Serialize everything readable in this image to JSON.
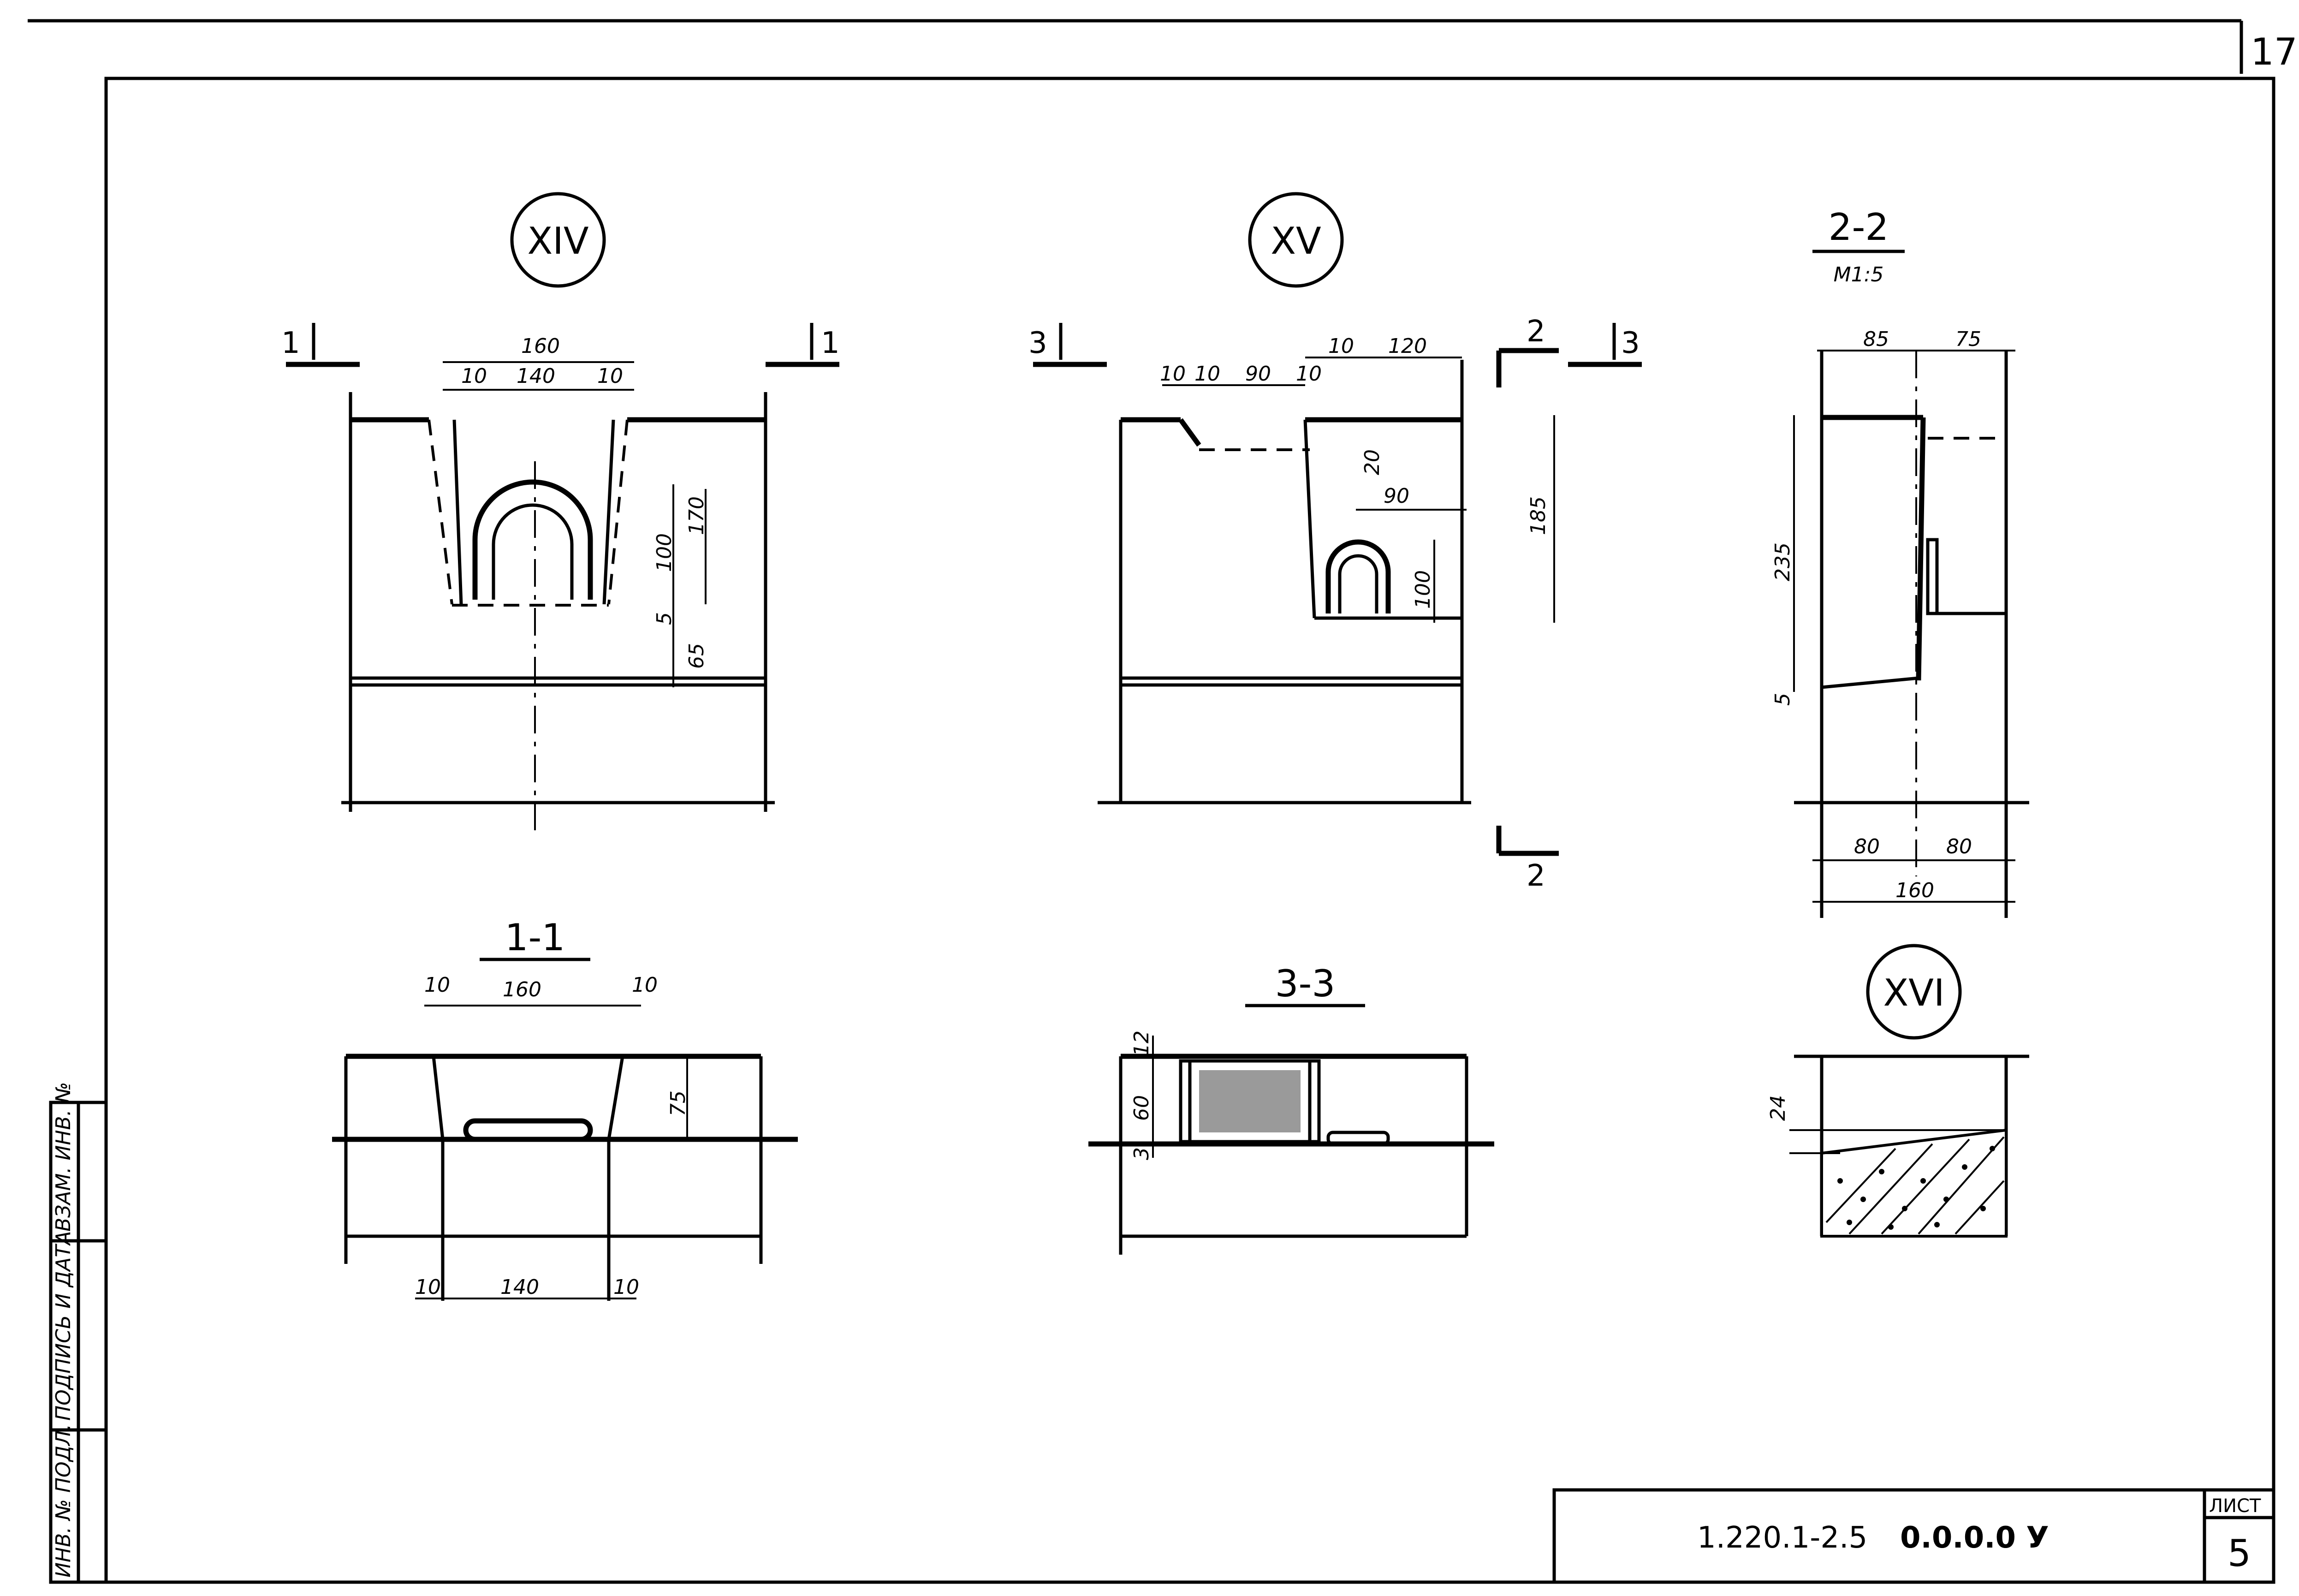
{
  "page_number_top": "17",
  "details": {
    "xiv": "XIV",
    "xv": "XV",
    "xvi": "XVI"
  },
  "sections": {
    "s22": {
      "title": "2-2",
      "scale": "М1:5"
    },
    "s11": "1-1",
    "s33": "3-3",
    "cut1": "1",
    "cut2": "2",
    "cut3": "3"
  },
  "dims": {
    "xiv": {
      "w160": "160",
      "w10a": "10",
      "w140": "140",
      "w10b": "10",
      "h170": "170",
      "h100": "100",
      "h5": "5",
      "h65": "65"
    },
    "xv": {
      "w10": "10",
      "w120": "120",
      "a10": "10",
      "b10": "10",
      "w90a": "90",
      "c10": "10",
      "h20": "20",
      "w90b": "90",
      "h185": "185",
      "h100": "100"
    },
    "s22": {
      "w85": "85",
      "w75": "75",
      "h235": "235",
      "h5": "5",
      "w80a": "80",
      "w80b": "80",
      "w160": "160"
    },
    "s11": {
      "t10a": "10",
      "t160": "160",
      "t10b": "10",
      "h75": "75",
      "b10a": "10",
      "b140": "140",
      "b10b": "10"
    },
    "s33": {
      "h12": "12",
      "h60": "60",
      "h3": "3"
    },
    "xvi": {
      "h24": "24"
    }
  },
  "side_stamp": {
    "col1": "ИНВ. № ПОДЛ.",
    "col2": "ПОДПИСЬ И ДАТА",
    "col3": "ВЗАМ. ИНВ. №"
  },
  "title_block": {
    "doc_code": "1.220.1-2.5",
    "doc_suffix": "0.0.0.0 У",
    "sheet_label": "ЛИСТ",
    "sheet_number": "5"
  }
}
